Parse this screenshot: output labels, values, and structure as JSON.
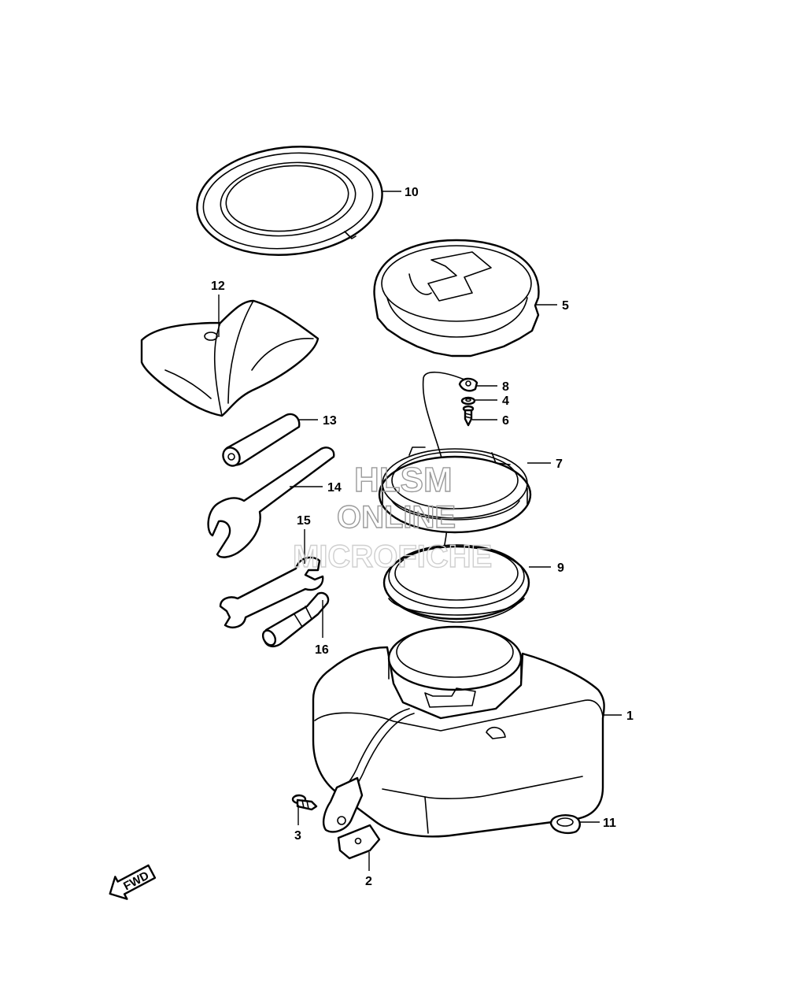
{
  "diagram": {
    "callouts": [
      {
        "id": "1",
        "label": "1"
      },
      {
        "id": "2",
        "label": "2"
      },
      {
        "id": "3",
        "label": "3"
      },
      {
        "id": "4",
        "label": "4"
      },
      {
        "id": "5",
        "label": "5"
      },
      {
        "id": "6",
        "label": "6"
      },
      {
        "id": "7",
        "label": "7"
      },
      {
        "id": "8",
        "label": "8"
      },
      {
        "id": "9",
        "label": "9"
      },
      {
        "id": "10",
        "label": "10"
      },
      {
        "id": "11",
        "label": "11"
      },
      {
        "id": "12",
        "label": "12"
      },
      {
        "id": "13",
        "label": "13"
      },
      {
        "id": "14",
        "label": "14"
      },
      {
        "id": "15",
        "label": "15"
      },
      {
        "id": "16",
        "label": "16"
      }
    ],
    "direction_arrow": {
      "label": "FWD"
    },
    "watermark": {
      "line1": "HLSM",
      "line2": "ONLINE",
      "line3": "MICROFICHE"
    }
  }
}
